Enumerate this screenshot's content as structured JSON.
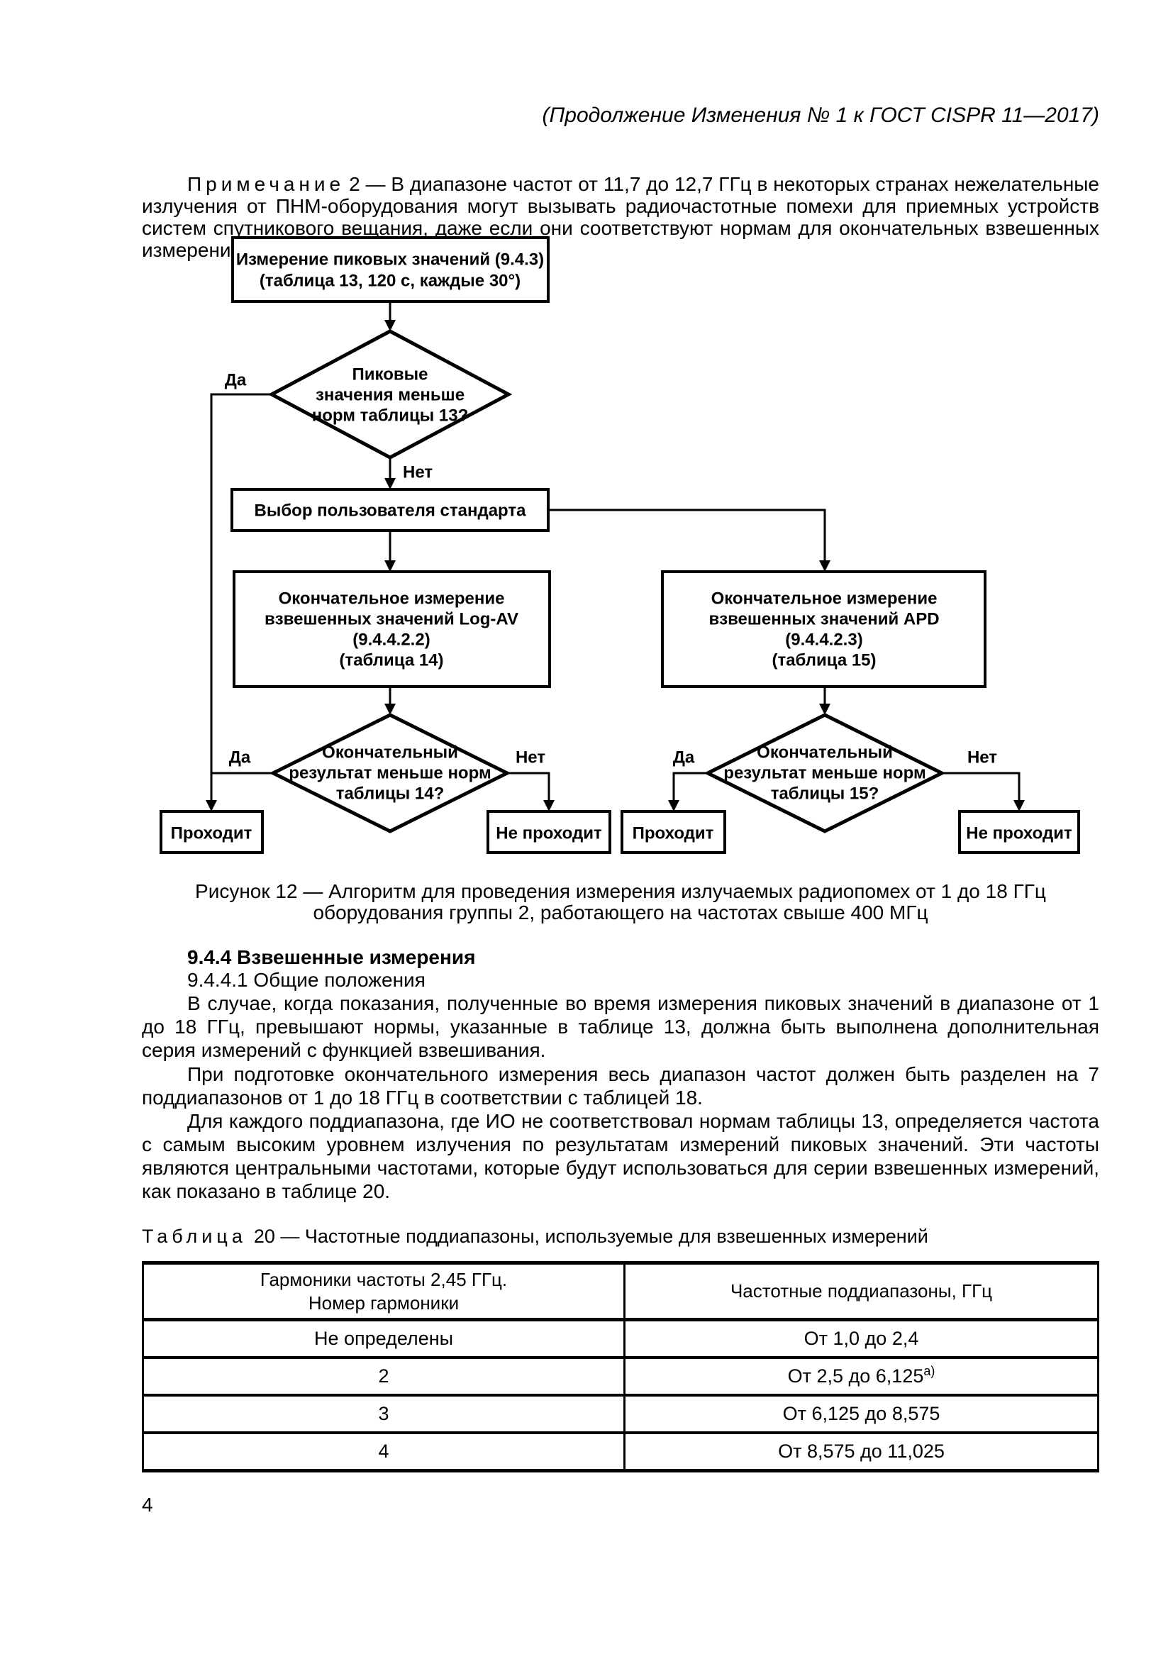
{
  "header": {
    "title": "(Продолжение Изменения № 1 к ГОСТ CISPR 11—2017)"
  },
  "note": {
    "label": "Примечание",
    "text": "2 — В диапазоне частот от 11,7 до 12,7 ГГц в некоторых странах нежелательные излучения от ПНМ-оборудования могут вызывать радиочастотные помехи для приемных устройств систем спутникового вещания, даже если они соответствуют нормам для окончательных взвешенных измерений."
  },
  "flowchart": {
    "peak_box": {
      "lines": [
        "Измерение пиковых значений (9.4.3)",
        "(таблица 13, 120 с, каждые 30°)"
      ]
    },
    "decision1": {
      "lines": [
        "Пиковые",
        "значения меньше",
        "норм таблицы 13?"
      ]
    },
    "choice_box": {
      "label": "Выбор пользователя стандарта"
    },
    "logav_box": {
      "lines": [
        "Окончательное измерение",
        "взвешенных значений Log-AV",
        "(9.4.4.2.2)",
        "(таблица 14)"
      ]
    },
    "apd_box": {
      "lines": [
        "Окончательное измерение",
        "взвешенных значений APD",
        "(9.4.4.2.3)",
        "(таблица 15)"
      ]
    },
    "decision2": {
      "lines": [
        "Окончательный",
        "результат меньше норм",
        "таблицы 14?"
      ]
    },
    "decision3": {
      "lines": [
        "Окончательный",
        "результат меньше норм",
        "таблицы 15?"
      ]
    },
    "labels": {
      "yes": "Да",
      "no": "Нет",
      "pass": "Проходит",
      "fail": "Не проходит"
    }
  },
  "figure": {
    "caption_line1": "Рисунок 12 — Алгоритм для проведения измерения излучаемых радиопомех от 1 до 18 ГГц",
    "caption_line2": "оборудования группы 2, работающего на частотах свыше 400 МГц"
  },
  "sections": {
    "h944": "9.4.4 Взвешенные измерения",
    "h9441": "9.4.4.1 Общие положения"
  },
  "paragraphs": {
    "p1": "В случае, когда показания, полученные во время измерения пиковых значений в диапазоне от 1 до 18 ГГц, превышают нормы, указанные в таблице 13, должна быть выполнена дополнительная серия измерений с функцией взвешивания.",
    "p2": "При подготовке окончательного измерения весь диапазон частот должен быть разделен на 7 поддиапазонов от 1 до 18 ГГц в соответствии с таблицей 18.",
    "p3": "Для каждого поддиапазона, где ИО не соответствовал нормам таблицы 13, определяется частота с самым высоким уровнем излучения по результатам измерений пиковых значений. Эти частоты являются центральными частотами, которые будут использоваться для серии взвешенных измерений, как показано в таблице 20."
  },
  "table20": {
    "caption_label": "Таблица",
    "caption_rest": "20 — Частотные поддиапазоны, используемые для взвешенных измерений",
    "col1_header_line1": "Гармоники частоты 2,45 ГГц.",
    "col1_header_line2": "Номер гармоники",
    "col2_header": "Частотные поддиапазоны, ГГц",
    "rows": [
      {
        "harmonic": "Не определены",
        "range": "От 1,0 до 2,4",
        "sup": ""
      },
      {
        "harmonic": "2",
        "range": "От 2,5 до 6,125",
        "sup": "а)"
      },
      {
        "harmonic": "3",
        "range": "От 6,125 до 8,575",
        "sup": ""
      },
      {
        "harmonic": "4",
        "range": "От 8,575 до 11,025",
        "sup": ""
      }
    ]
  },
  "page": {
    "number": "4"
  }
}
